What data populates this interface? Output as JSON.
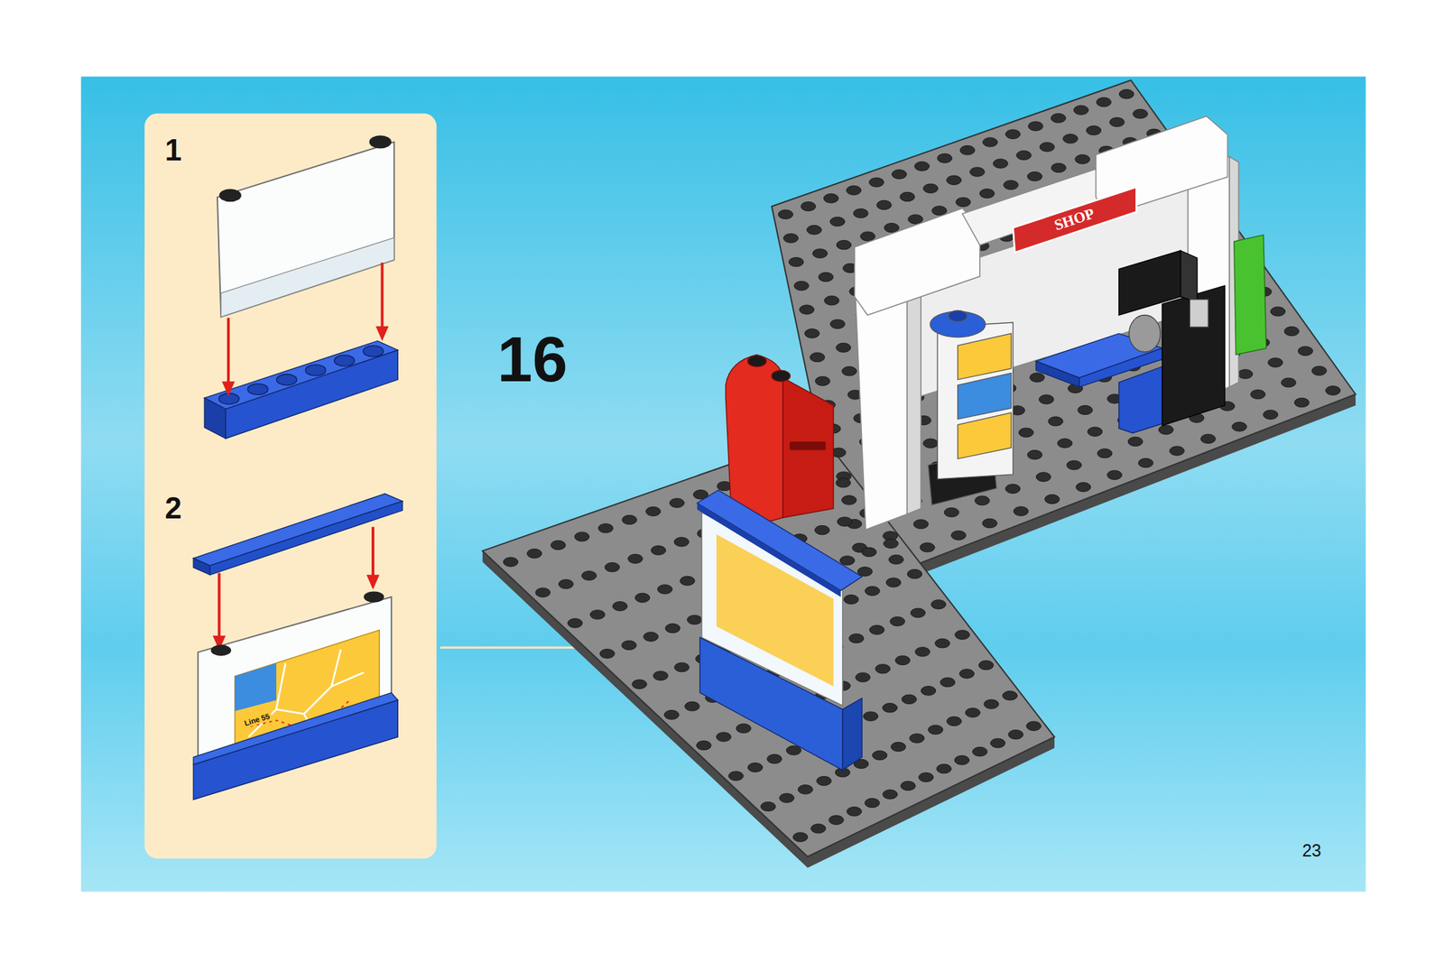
{
  "diagram": {
    "nodes": [
      {
        "text": [
          "1",
          "2"
        ]
      }
    ],
    "labels": [
      "16",
      "SHOP",
      "Line 55",
      "23"
    ]
  }
}
